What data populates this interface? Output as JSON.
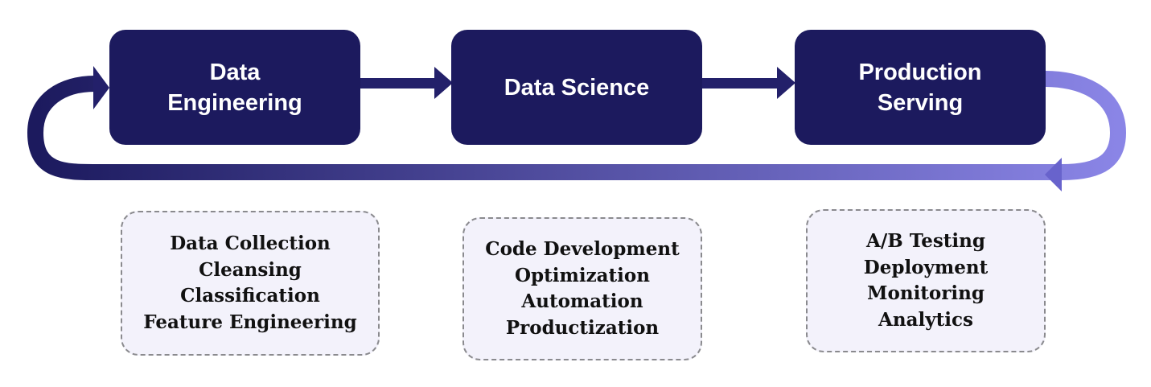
{
  "stages": [
    {
      "title": "Data Engineering"
    },
    {
      "title": "Data Science"
    },
    {
      "title": "Production Serving"
    }
  ],
  "details": [
    {
      "items": [
        "Data Collection",
        "Cleansing",
        "Classification",
        "Feature Engineering"
      ]
    },
    {
      "items": [
        "Code Development",
        "Optimization",
        "Automation",
        "Productization"
      ]
    },
    {
      "items": [
        "A/B Testing",
        "Deployment",
        "Monitoring",
        "Analytics"
      ]
    }
  ],
  "colors": {
    "box_fill": "#1c1a5e",
    "arrow_dark": "#23206a",
    "arrow_light": "#8a85e6",
    "detail_fill": "#f3f2fb",
    "detail_border": "#8a8a8e"
  }
}
